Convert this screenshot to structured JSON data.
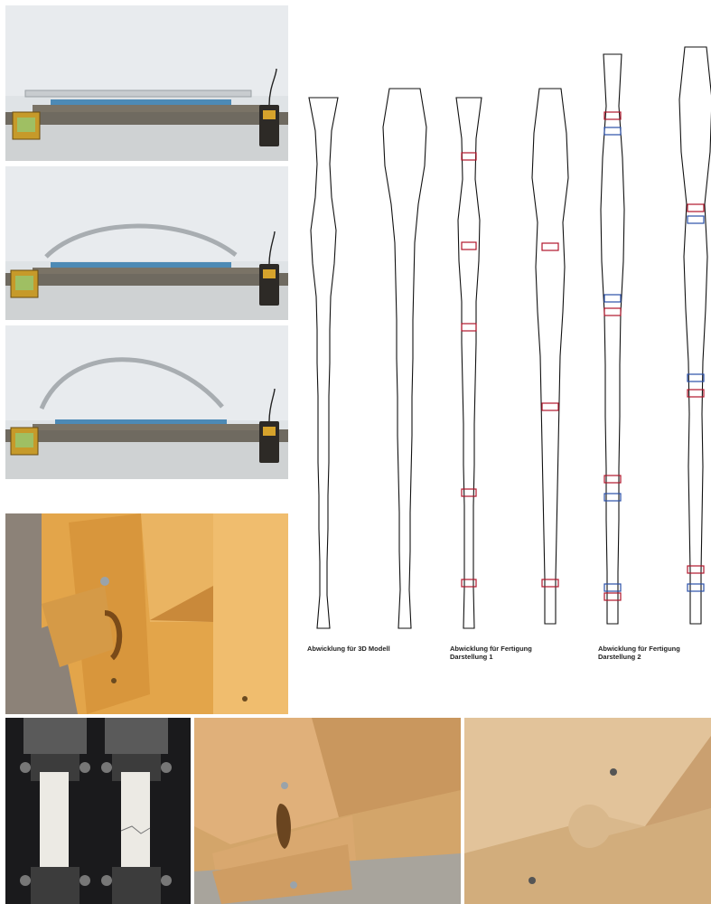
{
  "captions": {
    "strip_3d_model": "Abwicklung für 3D Modell",
    "strip_variant_1": "Abwicklung für Fertigung\nDarstellung 1",
    "strip_variant_2": "Abwicklung für Fertigung\nDarstellung 2"
  },
  "colors": {
    "joint_red": "#b0162b",
    "joint_blue": "#2a4fa8",
    "plywood": "#e0a84a",
    "plywood_dark": "#b7772a",
    "gravel": "#8c8278",
    "machine_steel": "#5a5a5a"
  }
}
